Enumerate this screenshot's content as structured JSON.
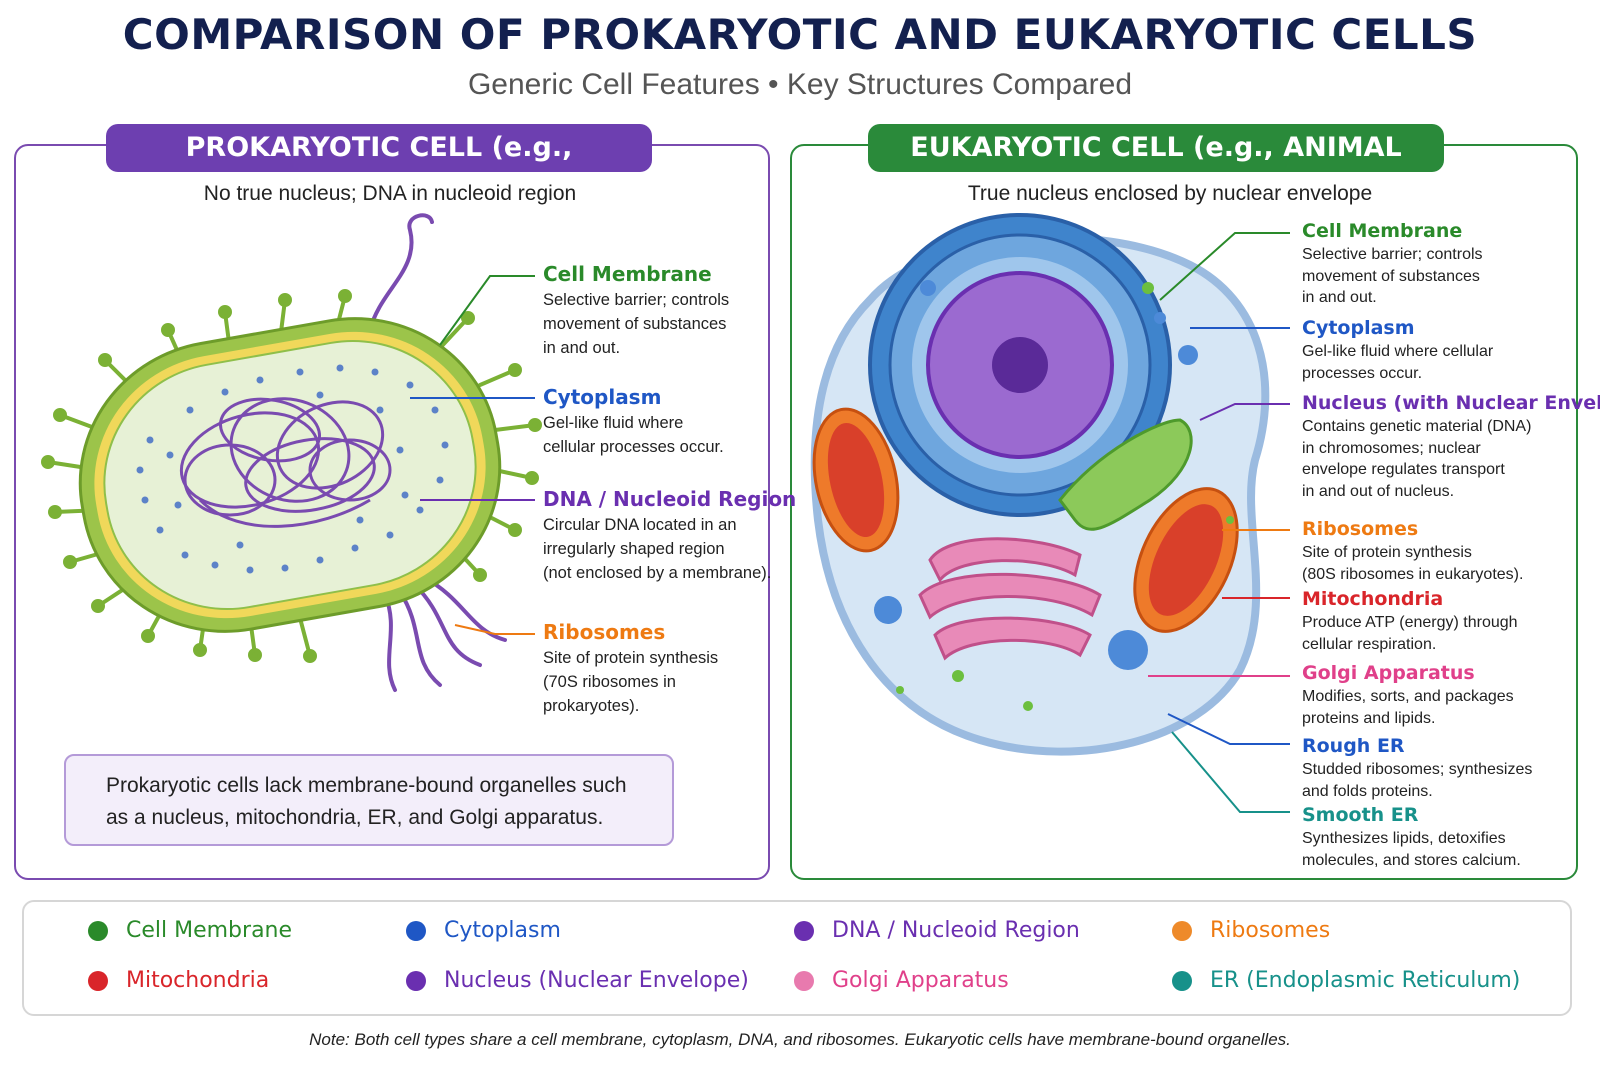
{
  "title": "COMPARISON OF PROKARYOTIC AND EUKARYOTIC CELLS",
  "subtitle": "Generic Cell Features • Key Structures Compared",
  "prokaryotic": {
    "tab": "PROKARYOTIC CELL (e.g., BACTERIUM)",
    "tagline": "No true nucleus; DNA in nucleoid region",
    "labels": [
      {
        "name": "Cell Membrane",
        "desc": "Selective barrier; controls\nmovement of substances\nin and out.",
        "color": "#2a8a2a"
      },
      {
        "name": "Cytoplasm",
        "desc": "Gel-like fluid where\ncellular processes occur.",
        "color": "#1f57c5"
      },
      {
        "name": "DNA / Nucleoid Region",
        "desc": "Circular DNA located in an\nirregularly shaped region\n(not enclosed by a membrane).",
        "color": "#6a2fb0"
      },
      {
        "name": "Ribosomes",
        "desc": "Site of protein synthesis\n(70S ribosomes in\nprokaryotes).",
        "color": "#ee7a12"
      }
    ],
    "note": "Prokaryotic cells lack membrane-bound organelles such as a nucleus, mitochondria, ER, and Golgi apparatus."
  },
  "eukaryotic": {
    "tab": "EUKARYOTIC CELL (e.g., ANIMAL CELL)",
    "tagline": "True nucleus enclosed by nuclear envelope",
    "labels": [
      {
        "name": "Cell Membrane",
        "desc": "Selective barrier; controls\nmovement of substances\nin and out.",
        "color": "#2a8a2a"
      },
      {
        "name": "Cytoplasm",
        "desc": "Gel-like fluid where cellular\nprocesses occur.",
        "color": "#1f57c5"
      },
      {
        "name": "Nucleus (with Nuclear Envelope)",
        "desc": "Contains genetic material (DNA)\nin chromosomes; nuclear\nenvelope regulates transport\nin and out of nucleus.",
        "color": "#6a2fb0"
      },
      {
        "name": "Ribosomes",
        "desc": "Site of protein synthesis\n(80S ribosomes in eukaryotes).",
        "color": "#ee7a12"
      },
      {
        "name": "Mitochondria",
        "desc": "Produce ATP (energy) through\ncellular respiration.",
        "color": "#d9252a"
      },
      {
        "name": "Golgi Apparatus",
        "desc": "Modifies, sorts, and packages\nproteins and lipids.",
        "color": "#e0408a"
      },
      {
        "name": "Rough ER",
        "desc": "Studded ribosomes; synthesizes\nand folds proteins.",
        "color": "#1f57c5"
      },
      {
        "name": "Smooth ER",
        "desc": "Synthesizes lipids, detoxifies\nmolecules, and stores calcium.",
        "color": "#17918a"
      }
    ]
  },
  "legend": [
    {
      "label": "Cell Membrane",
      "color": "#2a8a2a"
    },
    {
      "label": "Cytoplasm",
      "color": "#1f57c5"
    },
    {
      "label": "DNA / Nucleoid Region",
      "color": "#6a2fb0"
    },
    {
      "label": "Ribosomes",
      "color": "#ee7a12"
    },
    {
      "label": "Mitochondria",
      "color": "#d9252a"
    },
    {
      "label": "Nucleus (Nuclear Envelope)",
      "color": "#6a2fb0"
    },
    {
      "label": "Golgi Apparatus",
      "color": "#e0408a"
    },
    {
      "label": "ER (Endoplasmic Reticulum)",
      "color": "#17918a"
    }
  ],
  "footer": "Note: Both cell types share a cell membrane, cytoplasm, DNA, and ribosomes. Eukaryotic cells have membrane-bound organelles."
}
